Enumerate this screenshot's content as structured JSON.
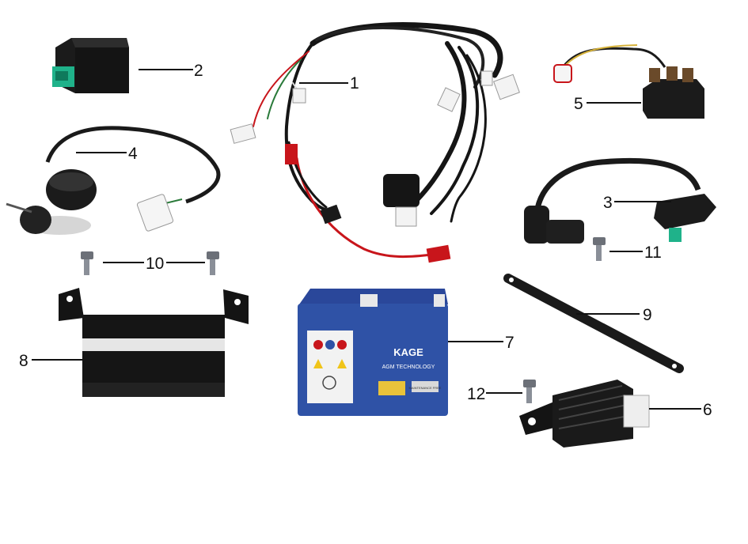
{
  "diagram": {
    "callouts": [
      {
        "id": "cdi",
        "label": "1"
      },
      {
        "id": "harness",
        "label": "2"
      },
      {
        "id": "ignition-coil",
        "label": "3"
      },
      {
        "id": "ignition-switch",
        "label": "4"
      },
      {
        "id": "starter-relay",
        "label": "5"
      },
      {
        "id": "regulator",
        "label": "6"
      },
      {
        "id": "battery",
        "label": "7"
      },
      {
        "id": "battery-box",
        "label": "8"
      },
      {
        "id": "battery-strap",
        "label": "9"
      },
      {
        "id": "bolt-10",
        "label": "10"
      },
      {
        "id": "bolt-11",
        "label": "11"
      },
      {
        "id": "bolt-12",
        "label": "12"
      }
    ],
    "battery": {
      "brand": "KAGE",
      "tech": "AGM TECHNOLOGY",
      "small_text": "MAINTENANCE FREE"
    }
  },
  "colors": {
    "part_black": "#1a1a1a",
    "battery_blue": "#2f52a6",
    "wire_red": "#c8151b",
    "connector_green": "#1fb28a"
  }
}
